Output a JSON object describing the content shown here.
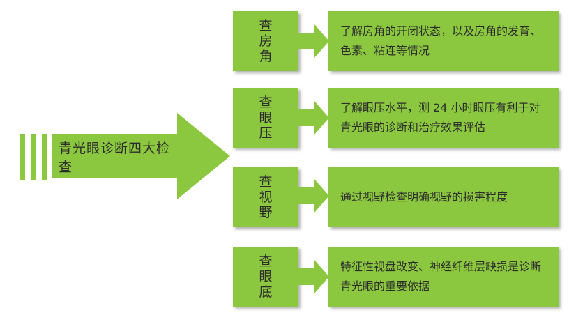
{
  "colors": {
    "box_fill": "#8bc83f",
    "text": "#2d2d2d"
  },
  "main_label": "青光眼诊断四大检查",
  "items": [
    {
      "label": "查房角",
      "description": "了解房角的开闭状态，以及房角的发育、色素、粘连等情况"
    },
    {
      "label": "查眼压",
      "description": "了解眼压水平，测 24 小时眼压有利于对青光眼的诊断和治疗效果评估"
    },
    {
      "label": "查视野",
      "description": "通过视野检查明确视野的损害程度"
    },
    {
      "label": "查眼底",
      "description": "特征性视盘改变、神经纤维层缺损是诊断青光眼的重要依据"
    }
  ]
}
